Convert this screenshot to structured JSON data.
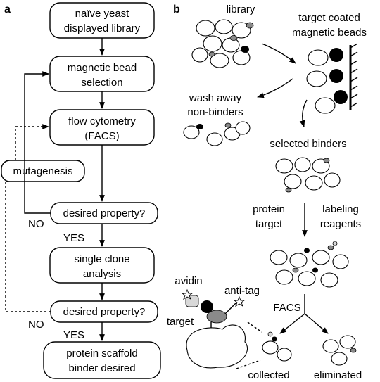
{
  "panels": {
    "a": "a",
    "b": "b"
  },
  "flowchart": {
    "step1_line1": "naïve yeast",
    "step1_line2": "displayed library",
    "step2_line1": "magnetic bead",
    "step2_line2": "selection",
    "step3_line1": "flow cytometry",
    "step3_line2": "(FACS)",
    "mutagenesis": "mutagenesis",
    "decision1": "desired property?",
    "no1": "NO",
    "yes1": "YES",
    "step4_line1": "single clone",
    "step4_line2": "analysis",
    "decision2": "desired property?",
    "no2": "NO",
    "yes2": "YES",
    "step5_line1": "protein scaffold",
    "step5_line2": "binder desired"
  },
  "schematic": {
    "library": "library",
    "beads_line1": "target coated",
    "beads_line2": "magnetic beads",
    "wash_line1": "wash away",
    "wash_line2": "non-binders",
    "selected": "selected binders",
    "protein_line1": "protein",
    "protein_line2": "target",
    "labeling_line1": "labeling",
    "labeling_line2": "reagents",
    "facs": "FACS",
    "avidin": "avidin",
    "anti_tag": "anti-tag",
    "target": "target",
    "collected": "collected",
    "eliminated": "eliminated"
  }
}
